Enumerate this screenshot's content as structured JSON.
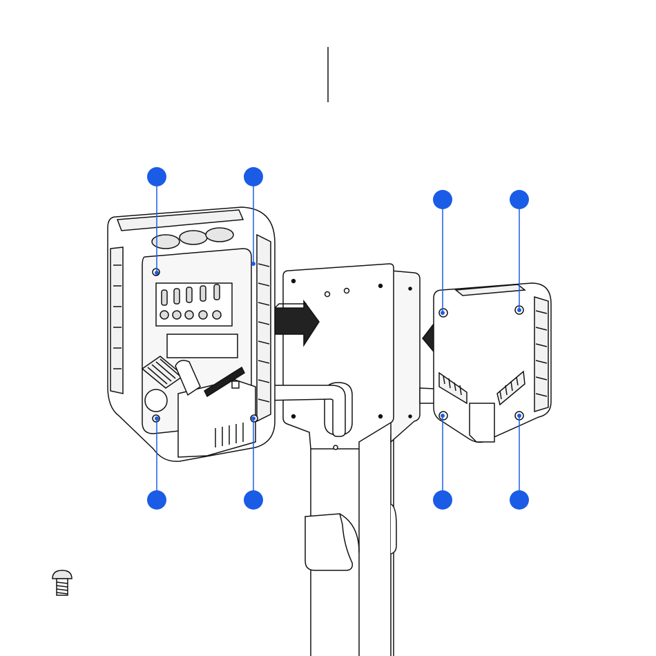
{
  "diagram": {
    "callout_color": "#1a5ce6",
    "line_color": "#111111",
    "fill_light": "#f2f2f2",
    "fill_mid": "#cfcfcf",
    "fill_dark": "#1e1e1e",
    "arrow_fill": "#222222",
    "callouts": [
      {
        "id": "left-top-left",
        "label": ""
      },
      {
        "id": "left-top-right",
        "label": ""
      },
      {
        "id": "right-top-left",
        "label": ""
      },
      {
        "id": "right-top-right",
        "label": ""
      },
      {
        "id": "left-bottom-left",
        "label": ""
      },
      {
        "id": "left-bottom-right",
        "label": ""
      },
      {
        "id": "right-bottom-left",
        "label": ""
      },
      {
        "id": "right-bottom-right",
        "label": ""
      }
    ],
    "icons": {
      "screw": "screw-icon",
      "arrow_right": "arrow-right-icon",
      "arrow_left": "arrow-left-icon"
    }
  }
}
